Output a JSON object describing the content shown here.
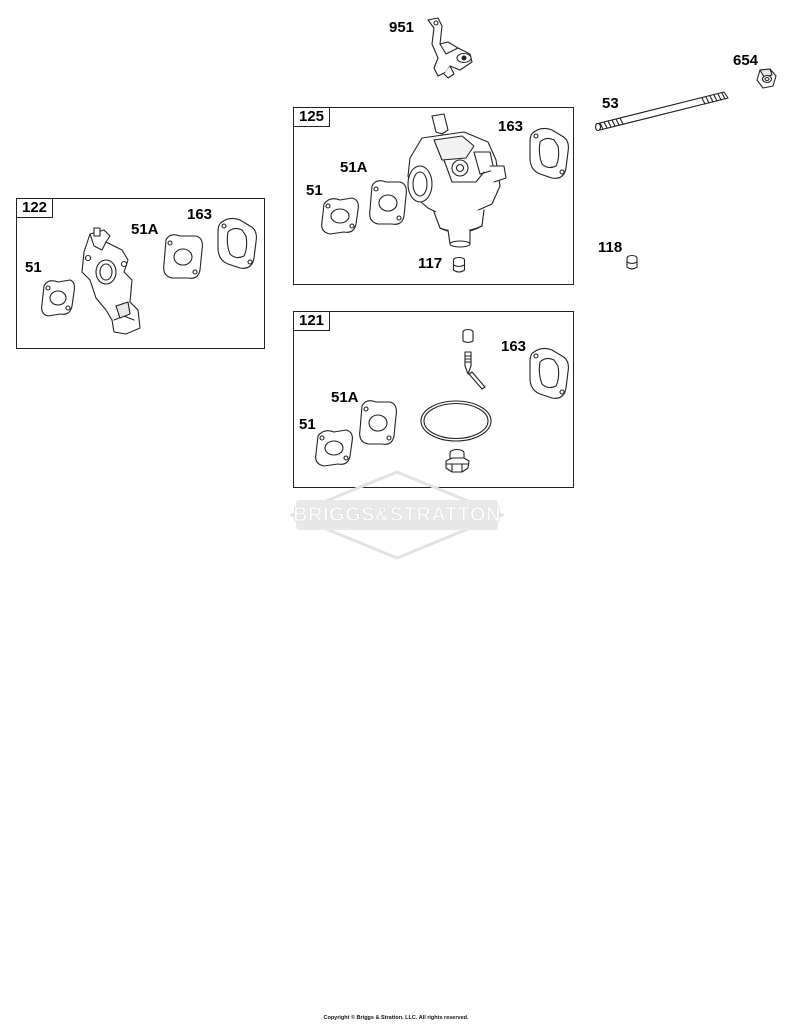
{
  "diagram": {
    "callouts": {
      "c951": "951",
      "c654": "654",
      "c53": "53",
      "c118": "118",
      "g125_51": "51",
      "g125_51a": "51A",
      "g125_163": "163",
      "g125_117": "117",
      "g122_51": "51",
      "g122_51a": "51A",
      "g122_163": "163",
      "g121_51": "51",
      "g121_51a": "51A",
      "g121_163": "163"
    },
    "boxes": {
      "box122": "122",
      "box125": "125",
      "box121": "121"
    },
    "watermark": "BRIGGS&STRATTON",
    "copyright": "Copyright © Briggs & Stratton, LLC. All rights reserved."
  },
  "colors": {
    "line": "#222222",
    "watermark": "#e2e2e2"
  }
}
